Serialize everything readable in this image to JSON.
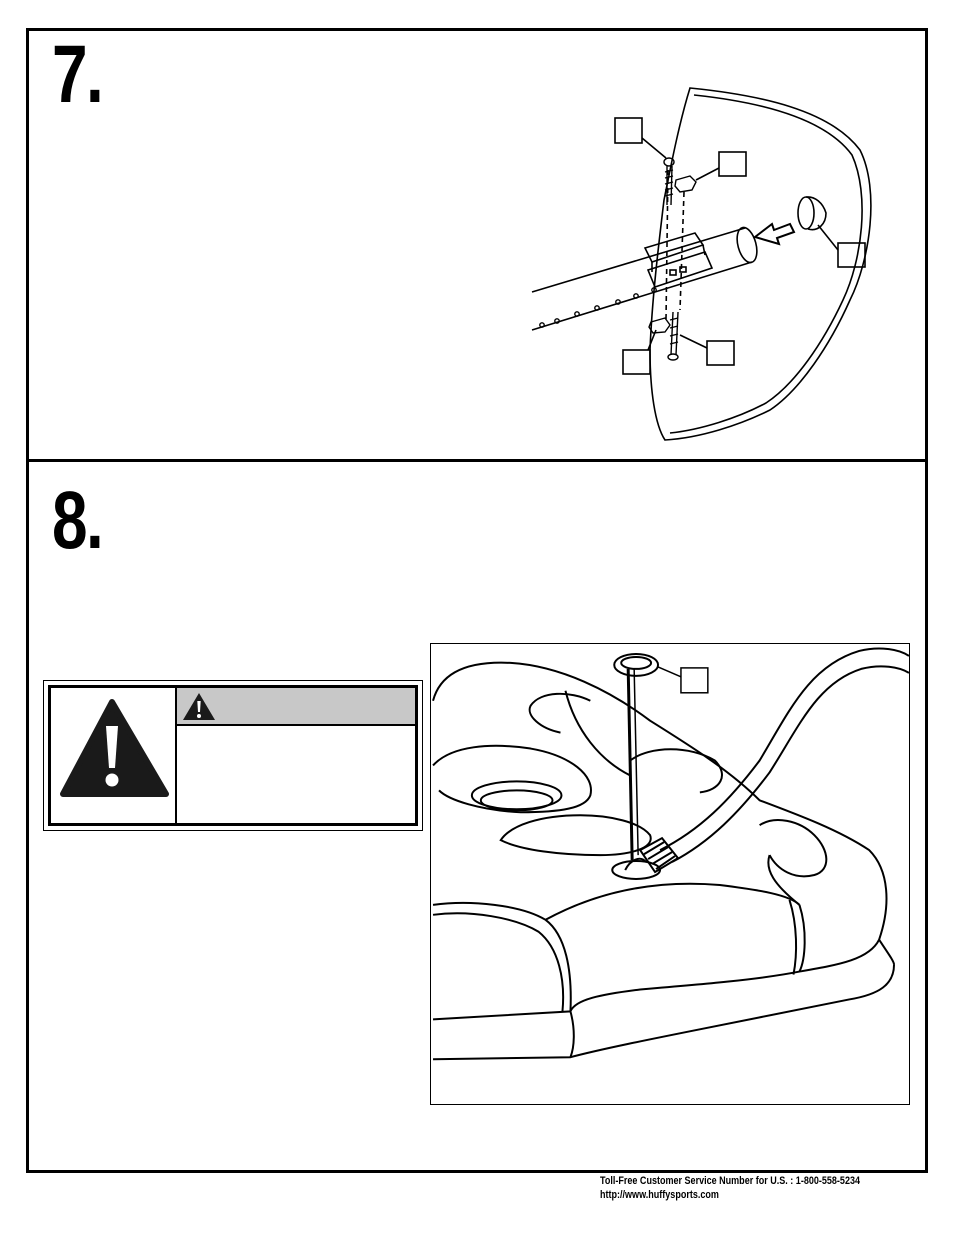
{
  "steps": [
    {
      "number": "7."
    },
    {
      "number": "8."
    }
  ],
  "warning": {
    "icon": "warning-triangle-icon",
    "header_icon": "warning-small-icon",
    "header_color": "#c8c8c8"
  },
  "footer": {
    "line1": "Toll-Free Customer Service Number for U.S. : 1-800-558-5234",
    "line2": "http://www.huffysports.com"
  }
}
